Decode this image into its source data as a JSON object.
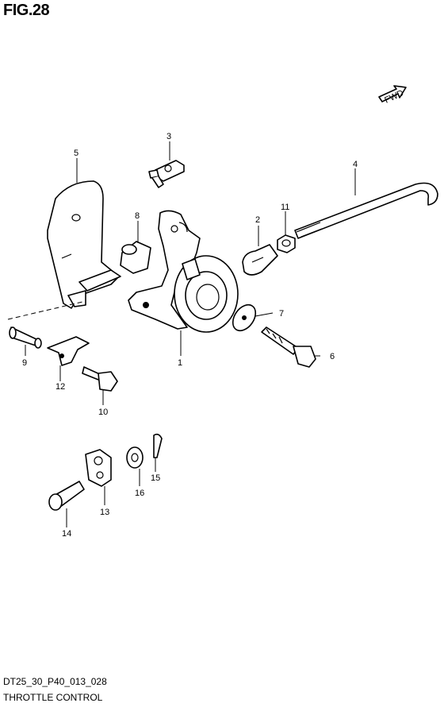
{
  "figure": {
    "title": "FIG.28"
  },
  "footer": {
    "code": "DT25_30_P40_013_028",
    "caption": "THROTTLE CONTROL"
  },
  "fwd_label": "FWD",
  "callouts": [
    "1",
    "2",
    "3",
    "4",
    "5",
    "6",
    "7",
    "8",
    "9",
    "10",
    "11",
    "12",
    "13",
    "14",
    "15",
    "16"
  ]
}
